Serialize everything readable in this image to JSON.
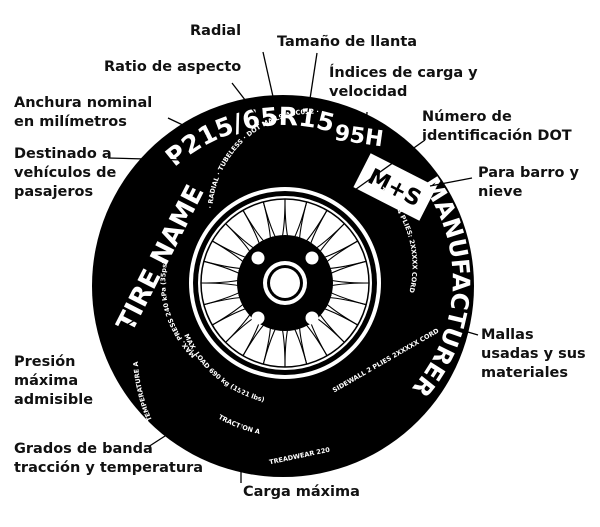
{
  "labels": {
    "radial": "Radial",
    "tamano": "Tamaño de llanta",
    "ratio": "Ratio de aspecto",
    "indices": "Índices de carga y\nvelocidad",
    "anchura": "Anchura nominal\nen milímetros",
    "dot": "Número de\nidentificación DOT",
    "destinado": "Destinado a\nvehículos de\npasajeros",
    "barro": "Para barro y\nnieve",
    "mallas": "Mallas\nusadas y sus\nmateriales",
    "presion": "Presión\nmáxima\nadmisible",
    "grados": "Grados de banda\ntracción y temperatura",
    "carga": "Carga máxima"
  },
  "tire": {
    "size_code": "P215/65R15",
    "load_speed": "95H",
    "name": "TIRE NAME",
    "manufacturer": "MANUFACTURER",
    "mud_snow": "M+S",
    "inner_ring_top": "· RADIAL · TUBELESS · DOT MA L9 ABC032 ·",
    "inner_ring_left": "MAX. PRESS 240 kPa (35psi)",
    "tread_plies": "TREAD 4 PLIES: 2XXXXX CORD",
    "sidewall_plies": "SIDEWALL 2 PLIES 2XXXXX CORD",
    "max_load": "MAX. LOAD 690 kg (1521 lbs)",
    "utqg_left": "TEMPERATURE A",
    "utqg_bottom": "TRACTION A",
    "treadwear": "TREADWEAR 220"
  }
}
